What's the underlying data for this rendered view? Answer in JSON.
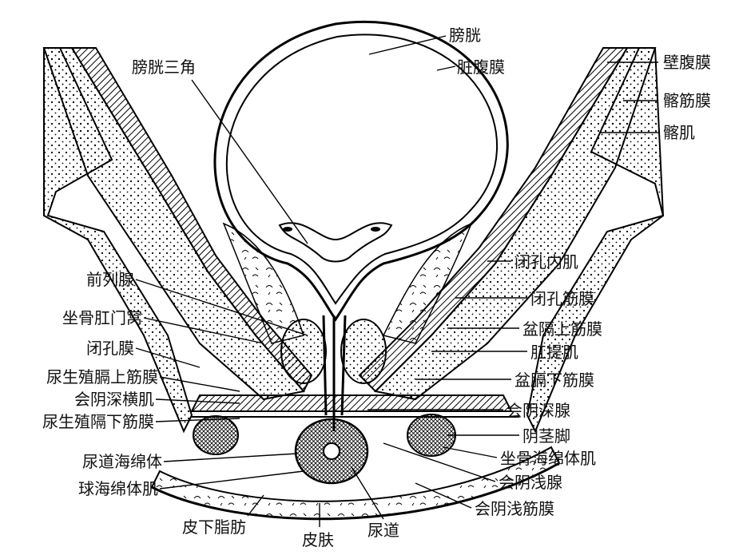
{
  "labels": {
    "bladder": "膀胱",
    "visceral_peritoneum": "脏腹膜",
    "bladder_trigone": "膀胱三角",
    "parietal_peritoneum": "壁腹膜",
    "iliac_fascia": "髂筋膜",
    "iliacus": "髂肌",
    "obturator_internus": "闭孔内肌",
    "obturator_fascia": "闭孔筋膜",
    "superior_pelvic_diaphragm_fascia": "盆隔上筋膜",
    "levator_ani": "肛提肌",
    "inferior_pelvic_diaphragm_fascia": "盆膈下筋膜",
    "deep_perineal_gland": "会阴深腺",
    "crus_penis": "阴茎脚",
    "ischiocavernosus": "坐骨海绵体肌",
    "superficial_perineal_gland": "会阴浅腺",
    "superficial_perineal_fascia": "会阴浅筋膜",
    "prostate": "前列腺",
    "ischioanal_fossa": "坐骨肛门窝",
    "obturator_membrane": "闭孔膜",
    "superior_urogenital_fascia": "尿生殖膈上筋膜",
    "deep_transverse_perineal": "会阴深横肌",
    "inferior_urogenital_fascia": "尿生殖隔下筋膜",
    "corpus_spongiosum": "尿道海绵体",
    "bulbospongiosus": "球海绵体肌",
    "subcutaneous_fat": "皮下脂肪",
    "skin": "皮肤",
    "urethra": "尿道"
  }
}
